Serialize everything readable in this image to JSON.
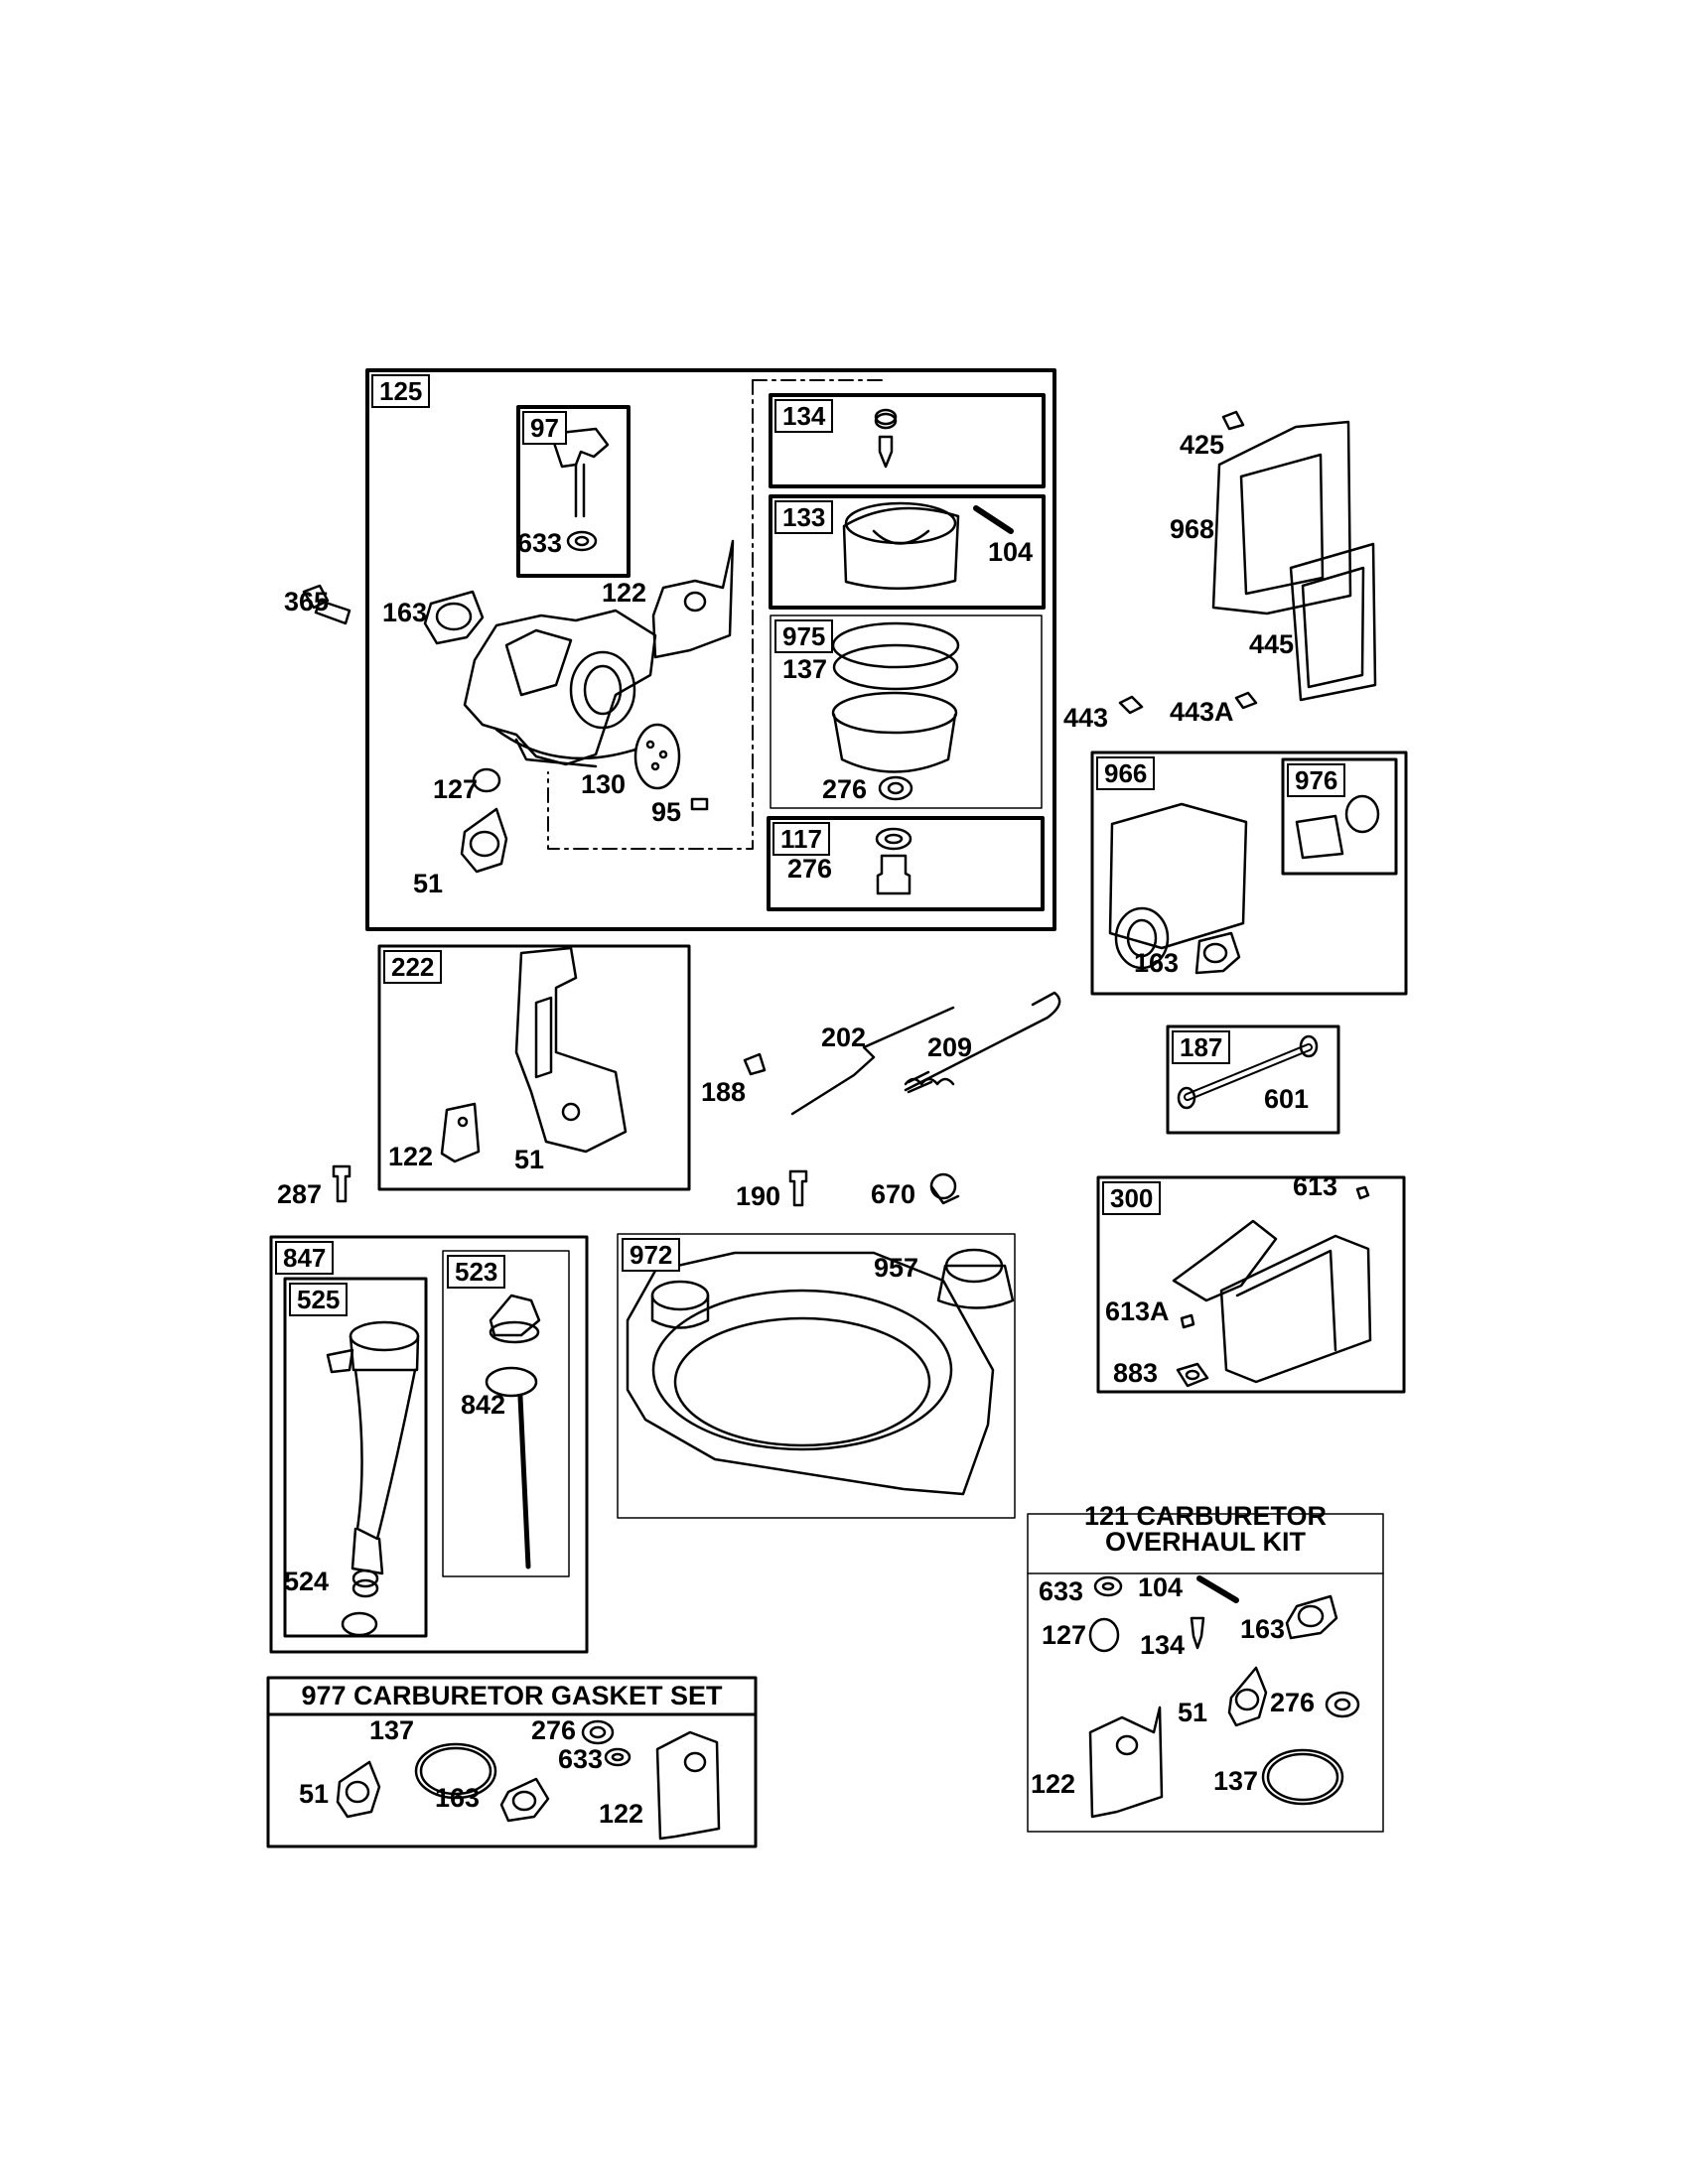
{
  "groups": {
    "g125": "125",
    "g97": "97",
    "g134": "134",
    "g133": "133",
    "g975": "975",
    "g117": "117",
    "g966": "966",
    "g976": "976",
    "g187": "187",
    "g222": "222",
    "g300": "300",
    "g847": "847",
    "g525": "525",
    "g523": "523",
    "g972": "972"
  },
  "parts": {
    "p425": "425",
    "p968": "968",
    "p445": "445",
    "p443": "443",
    "p443A": "443A",
    "p365": "365",
    "p163a": "163",
    "p633a": "633",
    "p122a": "122",
    "p104a": "104",
    "p137a": "137",
    "p127a": "127",
    "p130": "130",
    "p95": "95",
    "p276a": "276",
    "p276b": "276",
    "p51a": "51",
    "p163b": "163",
    "p202": "202",
    "p209": "209",
    "p188": "188",
    "p601": "601",
    "p122b": "122",
    "p51b": "51",
    "p287": "287",
    "p190": "190",
    "p670": "670",
    "p613": "613",
    "p613A": "613A",
    "p883": "883",
    "p957": "957",
    "p842": "842",
    "p524": "524",
    "k633": "633",
    "k104": "104",
    "k127": "127",
    "k134": "134",
    "k163": "163",
    "k51": "51",
    "k276": "276",
    "k122": "122",
    "k137": "137",
    "s137": "137",
    "s276": "276",
    "s633": "633",
    "s51": "51",
    "s163": "163",
    "s122": "122"
  },
  "kits": {
    "overhaul_line1": "121 CARBURETOR",
    "overhaul_line2": "OVERHAUL KIT",
    "gasket_set": "977 CARBURETOR  GASKET SET"
  }
}
